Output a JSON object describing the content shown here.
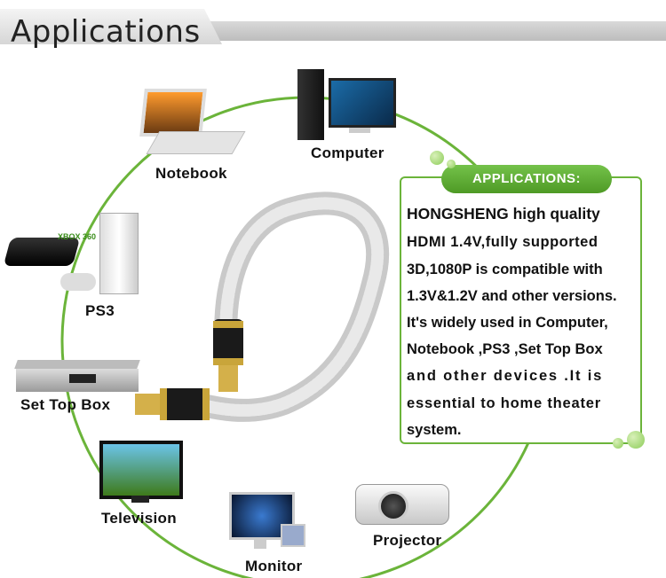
{
  "header": {
    "title": "Applications"
  },
  "devices": {
    "notebook": "Notebook",
    "computer": "Computer",
    "ps3": "PS3",
    "xbox_badge": "XBOX 360",
    "set_top_box": "Set Top Box",
    "television": "Television",
    "monitor": "Monitor",
    "projector": "Projector"
  },
  "applications": {
    "tag": "APPLICATIONS:",
    "lines": [
      "HONGSHENG high quality",
      "HDMI 1.4V,fully supported",
      "3D,1080P is compatible with",
      "1.3V&1.2V and other versions.",
      "It's widely used in Computer,",
      "Notebook ,PS3 ,Set Top Box",
      "and other devices .It is",
      "essential to home theater",
      "system."
    ]
  },
  "colors": {
    "accent_green": "#6bb43a",
    "tag_green": "#5aa82e"
  }
}
